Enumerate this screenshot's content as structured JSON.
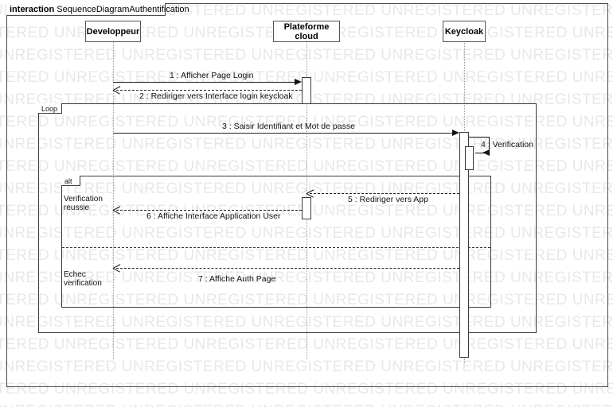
{
  "diagram": {
    "frame_keyword": "interaction",
    "frame_name": "SequenceDiagramAuthentification",
    "watermark_text": "UNREGISTERED"
  },
  "lifelines": [
    {
      "name": "Developpeur"
    },
    {
      "name": "Plateforme cloud"
    },
    {
      "name": "Keycloak"
    }
  ],
  "fragments": [
    {
      "operator": "Loop"
    },
    {
      "operator": "alt",
      "guards": [
        "Verification\nreussie",
        "Echec\nverification"
      ]
    }
  ],
  "messages": [
    {
      "label": "1 : Afficher Page Login"
    },
    {
      "label": "2 : Rediriger vers Interface login keycloak"
    },
    {
      "label": "3 : Saisir Identifiant et Mot de passe"
    },
    {
      "label": "4 : Verification"
    },
    {
      "label": "5 : Rediriger vers App"
    },
    {
      "label": "6 : Affiche Interface Application User"
    },
    {
      "label": "7 : Affiche Auth Page"
    }
  ]
}
